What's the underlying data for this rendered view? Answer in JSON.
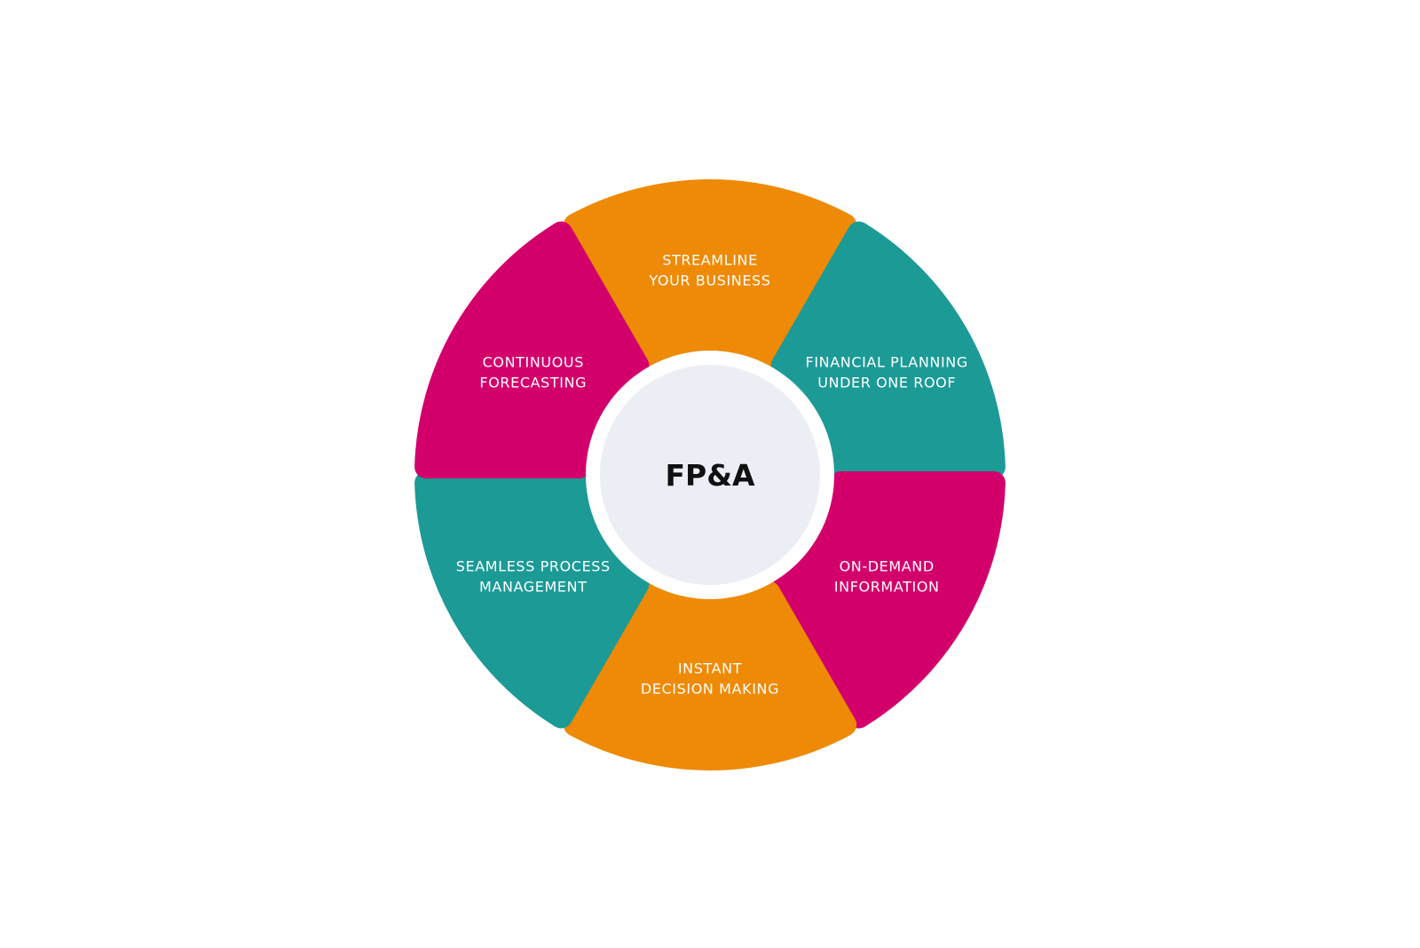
{
  "center": {
    "label": "FP&A",
    "fill": "#ECEEF6"
  },
  "colors": {
    "orange": "#EE8A06",
    "teal": "#1C9A96",
    "magenta": "#D3006B"
  },
  "segments": [
    {
      "id": "streamline",
      "color": "#EE8A06",
      "lines": [
        "STREAMLINE",
        "YOUR BUSINESS"
      ]
    },
    {
      "id": "financial-planning",
      "color": "#1C9A96",
      "lines": [
        "FINANCIAL PLANNING",
        "UNDER ONE ROOF"
      ]
    },
    {
      "id": "on-demand",
      "color": "#D3006B",
      "lines": [
        "ON-DEMAND",
        "INFORMATION"
      ]
    },
    {
      "id": "instant-decision",
      "color": "#EE8A06",
      "lines": [
        "INSTANT",
        "DECISION MAKING"
      ]
    },
    {
      "id": "seamless-process",
      "color": "#1C9A96",
      "lines": [
        "SEAMLESS PROCESS",
        "MANAGEMENT"
      ]
    },
    {
      "id": "continuous-forecasting",
      "color": "#D3006B",
      "lines": [
        "CONTINUOUS",
        "FORECASTING"
      ]
    }
  ]
}
